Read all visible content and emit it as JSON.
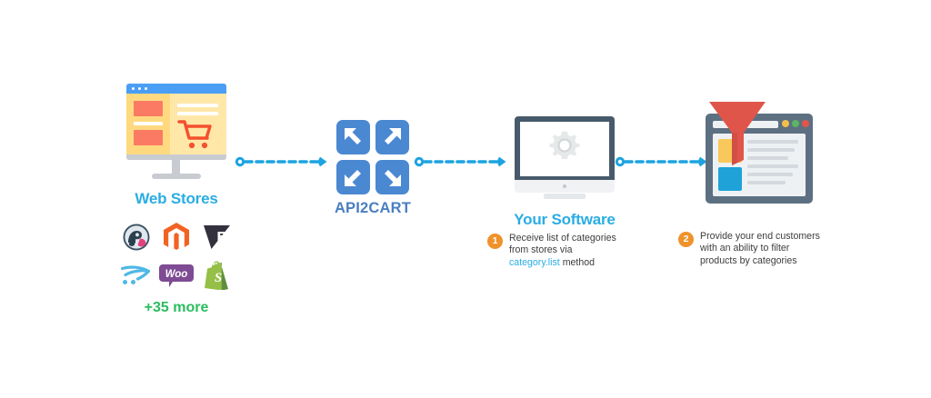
{
  "diagram": {
    "title": "API2CART category integration flow",
    "background": "#ffffff",
    "accent_blue": "#29ade4",
    "accent_orange": "#f0922b",
    "accent_green": "#2bbd5e",
    "api2cart_blue": "#4a7fc1"
  },
  "stages": {
    "web_stores": {
      "label": "Web Stores",
      "more_label": "+35 more",
      "icon": "web-store-monitor-icon",
      "platforms": [
        {
          "name": "PrestaShop",
          "icon": "prestashop-logo"
        },
        {
          "name": "Magento",
          "icon": "magento-logo"
        },
        {
          "name": "BigCommerce",
          "icon": "bigcommerce-logo"
        },
        {
          "name": "OpenCart",
          "icon": "opencart-logo"
        },
        {
          "name": "WooCommerce",
          "icon": "woocommerce-logo"
        },
        {
          "name": "Shopify",
          "icon": "shopify-logo"
        }
      ]
    },
    "api2cart": {
      "label": "API2CART",
      "icon": "api2cart-four-arrows-logo"
    },
    "your_software": {
      "label": "Your Software",
      "icon": "desktop-monitor-gear-icon"
    },
    "filter_result": {
      "icon": "browser-window-funnel-filter-icon"
    }
  },
  "steps": [
    {
      "number": "1",
      "text_before": "Receive list of categories from stores via ",
      "code": "category.list",
      "text_after": " method"
    },
    {
      "number": "2",
      "text_before": "Provide your end customers with an ability to filter products by categories",
      "code": "",
      "text_after": ""
    }
  ],
  "connectors": [
    {
      "name": "webstores-to-api2cart",
      "style": "dashed-arrow",
      "color": "#29ade4"
    },
    {
      "name": "api2cart-to-software",
      "style": "dashed-arrow",
      "color": "#29ade4"
    },
    {
      "name": "software-to-filter",
      "style": "dashed-arrow",
      "color": "#29ade4"
    }
  ]
}
